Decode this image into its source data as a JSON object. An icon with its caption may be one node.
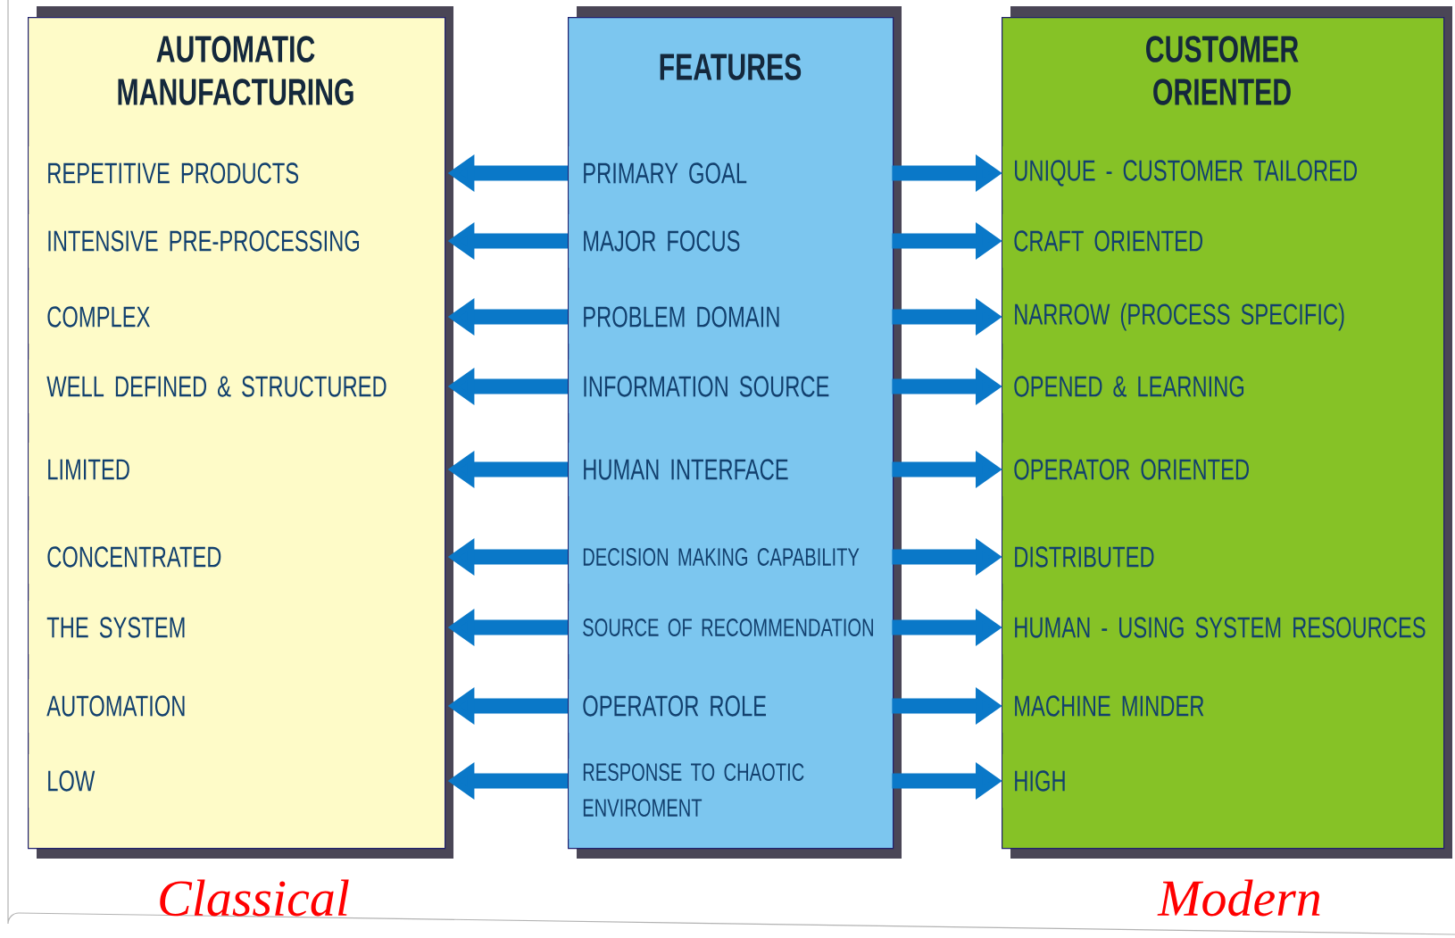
{
  "diagram": {
    "nodes": [
      {
        "text": [
          "AUTOMATIC MANUFACTURING"
        ],
        "beside": [
          "Classical"
        ]
      },
      {
        "text": [
          "FEATURES"
        ]
      },
      {
        "text": [
          "CUSTOMER ORIENTED"
        ],
        "beside": [
          "Modern"
        ]
      },
      {
        "text": [
          "REPETITIVE PRODUCTS"
        ],
        "in": 0
      },
      {
        "text": [
          "INTENSIVE PRE-PROCESSING"
        ],
        "in": 0
      },
      {
        "text": [
          "COMPLEX"
        ],
        "in": 0
      },
      {
        "text": [
          "WELL DEFINED & STRUCTURED"
        ],
        "in": 0
      },
      {
        "text": [
          "LIMITED"
        ],
        "in": 0
      },
      {
        "text": [
          "CONCENTRATED"
        ],
        "in": 0
      },
      {
        "text": [
          "THE SYSTEM"
        ],
        "in": 0
      },
      {
        "text": [
          "AUTOMATION"
        ],
        "in": 0
      },
      {
        "text": [
          "LOW"
        ],
        "in": 0
      },
      {
        "text": [
          "PRIMARY GOAL"
        ],
        "in": 1
      },
      {
        "text": [
          "MAJOR FOCUS"
        ],
        "in": 1
      },
      {
        "text": [
          "PROBLEM DOMAIN"
        ],
        "in": 1
      },
      {
        "text": [
          "INFORMATION SOURCE"
        ],
        "in": 1
      },
      {
        "text": [
          "HUMAN INTERFACE"
        ],
        "in": 1
      },
      {
        "text": [
          "DECISION MAKING CAPABILITY"
        ],
        "in": 1
      },
      {
        "text": [
          "SOURCE OF RECOMMENDATION"
        ],
        "in": 1
      },
      {
        "text": [
          "OPERATOR ROLE"
        ],
        "in": 1
      },
      {
        "text": [
          "RESPONSE TO CHAOTIC ENVIROMENT"
        ],
        "in": 1
      },
      {
        "text": [
          "UNIQUE - CUSTOMER TAILORED"
        ],
        "in": 2
      },
      {
        "text": [
          "CRAFT ORIENTED"
        ],
        "in": 2
      },
      {
        "text": [
          "NARROW (PROCESS SPECIFIC)"
        ],
        "in": 2
      },
      {
        "text": [
          "OPENED & LEARNING"
        ],
        "in": 2
      },
      {
        "text": [
          "OPERATOR ORIENTED"
        ],
        "in": 2
      },
      {
        "text": [
          "DISTRIBUTED"
        ],
        "in": 2
      },
      {
        "text": [
          "HUMAN - USING SYSTEM RESOURCES"
        ],
        "in": 2
      },
      {
        "text": [
          "MACHINE MINDER"
        ],
        "in": 2
      },
      {
        "text": [
          "HIGH"
        ],
        "in": 2
      }
    ],
    "edges": [
      {
        "from": 12,
        "to": 3,
        "arrow": "to"
      },
      {
        "from": 12,
        "to": 21,
        "arrow": "to"
      },
      {
        "from": 13,
        "to": 4,
        "arrow": "to"
      },
      {
        "from": 13,
        "to": 22,
        "arrow": "to"
      },
      {
        "from": 14,
        "to": 5,
        "arrow": "to"
      },
      {
        "from": 14,
        "to": 23,
        "arrow": "to"
      },
      {
        "from": 15,
        "to": 6,
        "arrow": "to"
      },
      {
        "from": 15,
        "to": 24,
        "arrow": "to"
      },
      {
        "from": 16,
        "to": 7,
        "arrow": "to"
      },
      {
        "from": 16,
        "to": 25,
        "arrow": "to"
      },
      {
        "from": 17,
        "to": 8,
        "arrow": "to"
      },
      {
        "from": 17,
        "to": 26,
        "arrow": "to"
      },
      {
        "from": 18,
        "to": 9,
        "arrow": "to"
      },
      {
        "from": 18,
        "to": 27,
        "arrow": "to"
      },
      {
        "from": 19,
        "to": 10,
        "arrow": "to"
      },
      {
        "from": 19,
        "to": 28,
        "arrow": "to"
      },
      {
        "from": 20,
        "to": 11,
        "arrow": "to"
      },
      {
        "from": 20,
        "to": 29,
        "arrow": "to"
      }
    ]
  }
}
